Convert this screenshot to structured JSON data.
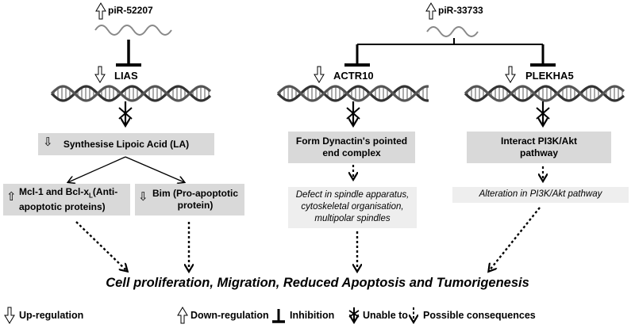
{
  "mirnas": {
    "left": "piR-52207",
    "right": "piR-33733"
  },
  "genes": {
    "lias": "LIAS",
    "actr10": "ACTR10",
    "plekha5": "PLEKHA5"
  },
  "boxes": {
    "lipoic": "Synthesise Lipoic Acid (LA)",
    "dynactin_line1": "Form Dynactin's pointed",
    "dynactin_line2": "end complex",
    "pi3k_line1": "Interact PI3K/Akt",
    "pi3k_line2": "pathway",
    "mcl_line1_pre": "Mcl-1 and Bcl-x",
    "mcl_sub": "L",
    "mcl_line1_post": "(Anti-",
    "mcl_line2": "apoptotic proteins)",
    "bim_line1": "Bim (Pro-apoptotic",
    "bim_line2": "protein)"
  },
  "consequences": {
    "spindle_line1": "Defect in spindle apparatus,",
    "spindle_line2": "cytoskeletal organisation,",
    "spindle_line3": "multipolar spindles",
    "pi3k_alt": "Alteration in PI3K/Akt  pathway"
  },
  "final": "Cell proliferation, Migration, Reduced Apoptosis and Tumorigenesis",
  "legend": {
    "up": "Up-regulation",
    "down": "Down-regulation",
    "inhibition": "Inhibition",
    "unable": "Unable to",
    "possible": "Possible consequences"
  },
  "colors": {
    "box": "#d9d9d9",
    "shade": "#eeeeee",
    "line": "#000000",
    "rna": "#888888"
  }
}
